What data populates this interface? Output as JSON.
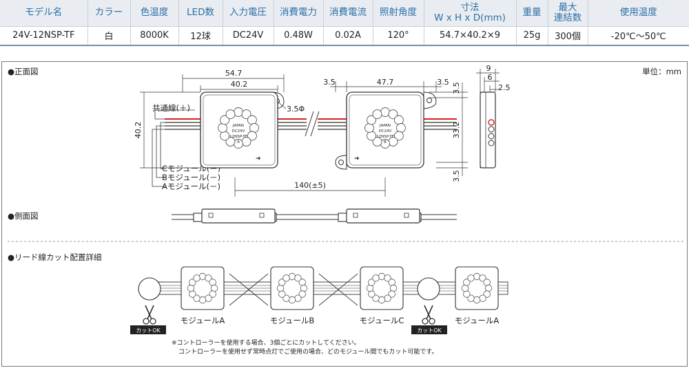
{
  "spec_table": {
    "headers": [
      "モデル名",
      "カラー",
      "色温度",
      "LED数",
      "入力電圧",
      "消費電力",
      "消費電流",
      "照射角度",
      "寸法\nW x H x D(mm)",
      "重量",
      "最大\n連結数",
      "使用温度"
    ],
    "values": [
      "24V-12NSP-TF",
      "白",
      "8000K",
      "12球",
      "DC24V",
      "0.48W",
      "0.02A",
      "120°",
      "54.7×40.2×9",
      "25g",
      "300個",
      "-20℃～50℃"
    ]
  },
  "drawing": {
    "front_view_title": "●正面図",
    "unit_label": "単位：mm",
    "side_view_title": "●側面図",
    "cut_detail_title": "●リード線カット配置詳細",
    "dimensions": {
      "overall_width": "54.7",
      "body_width": "40.2",
      "body_height": "40.2",
      "hole_diameter": "3.5Φ",
      "tab_left": "3.5",
      "module_b_width": "47.7",
      "tab_right": "3.5",
      "depth": "9",
      "depth_inner": "6",
      "depth_tab": "2.5",
      "margin_top": "3.5",
      "inner_height": "33.2",
      "margin_bottom": "3.5",
      "pitch": "140(±5)"
    },
    "wire_labels": {
      "common": "共通線(＋)",
      "module_c": "Cモジュール(－)",
      "module_b": "Bモジュール(－)",
      "module_a": "Aモジュール(－)"
    },
    "module_printing": {
      "brand": "JAPAN",
      "voltage": "DC24V",
      "model": "12NSP-TF",
      "letter_a": "A",
      "letter_b": "B"
    },
    "cut_detail": {
      "module_labels": [
        "モジュールA",
        "モジュールB",
        "モジュールC",
        "モジュールA"
      ],
      "cut_ok_label": "カットOK",
      "notes": [
        "※コントローラーを使用する場合、3個ごとにカットしてください。",
        "コントローラーを使用せず常時点灯でご使用の場合、どのモジュール間でもカット可能です。"
      ]
    }
  },
  "colors": {
    "header_bg": "#e9edf2",
    "header_text": "#2f6fa6",
    "wire_red": "#d42020",
    "line": "#333333"
  }
}
